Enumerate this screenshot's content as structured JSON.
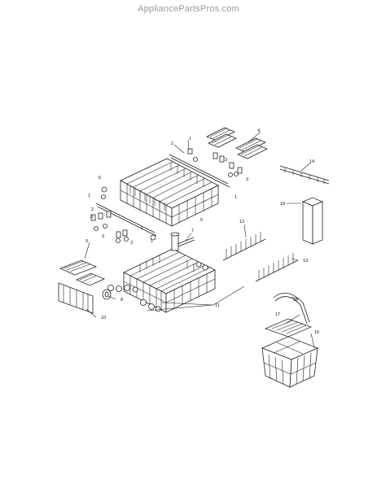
{
  "header": {
    "watermark": "AppliancePartsPros.com"
  },
  "diagram": {
    "callouts": [
      "1",
      "1",
      "1",
      "1",
      "1",
      "2",
      "2",
      "3",
      "3",
      "3",
      "3",
      "3",
      "4",
      "5",
      "6",
      "7",
      "8",
      "9",
      "10",
      "11",
      "12",
      "13",
      "14",
      "15",
      "16",
      "17",
      "18"
    ]
  }
}
